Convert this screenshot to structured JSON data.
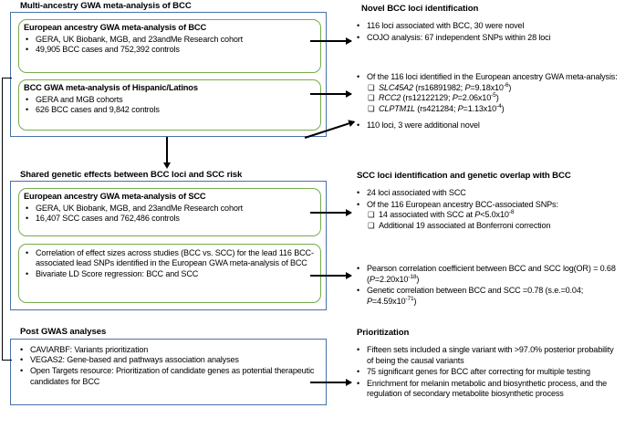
{
  "figure": {
    "type": "flowchart",
    "left_column": {
      "sections": [
        {
          "id": "multi-ancestry",
          "title": "Multi-ancestry GWA meta-analysis of BCC",
          "boxes": [
            {
              "id": "european-bcc",
              "heading": "European ancestry GWA meta-analysis of BCC",
              "bullets": [
                "GERA, UK Biobank, MGB, and 23andMe Research cohort",
                "49,905 BCC cases and 752,392 controls"
              ]
            },
            {
              "id": "hispanic-bcc",
              "heading": "BCC GWA meta-analysis of Hispanic/Latinos",
              "bullets": [
                "GERA and MGB cohorts",
                "626 BCC cases and 9,842 controls"
              ]
            }
          ]
        },
        {
          "id": "shared-effects",
          "title": "Shared genetic effects between BCC loci and SCC risk",
          "boxes": [
            {
              "id": "european-scc",
              "heading": "European ancestry GWA meta-analysis of SCC",
              "bullets": [
                "GERA, UK Biobank, MGB, and 23andMe Research cohort",
                "16,407 SCC cases and 762,486 controls"
              ]
            },
            {
              "id": "correlation-box",
              "heading": "",
              "bullets": [
                "Correlation of effect sizes across studies (BCC vs. SCC) for the lead 116 BCC-associated lead SNPs identified in the European GWA meta-analysis of BCC",
                "Bivariate LD Score regression: BCC and SCC"
              ]
            }
          ]
        },
        {
          "id": "post-gwas",
          "title": "Post GWAS analyses",
          "boxes": [
            {
              "id": "post-gwas-box",
              "heading": "",
              "bullets": [
                "CAVIARBF: Variants prioritization",
                "VEGAS2: Gene-based and pathways association analyses",
                "Open Targets resource: Prioritization of candidate genes as potential therapeutic candidates for BCC"
              ]
            }
          ]
        }
      ]
    },
    "right_column": {
      "sections": [
        {
          "id": "novel-bcc-loci",
          "title": "Novel BCC loci identification",
          "items": [
            {
              "level": "bullet",
              "text": "116 loci associated with BCC, 30 were novel"
            },
            {
              "level": "bullet",
              "text": "COJO analysis: 67 independent SNPs within 28 loci"
            }
          ]
        },
        {
          "id": "novel-bcc-loci-2",
          "title": "",
          "items": [
            {
              "level": "bullet",
              "text": "Of the 116 loci identified in the European ancestry GWA meta-analysis:"
            },
            {
              "level": "square",
              "html": "<i>SLC45A2</i> (rs16891982; <i>P</i>=9.18x10<sup>-6</sup>)"
            },
            {
              "level": "square",
              "html": "<i>RCC2</i> (rs12122129; <i>P</i>=2.06x10<sup>-5</sup>)"
            },
            {
              "level": "square",
              "html": "<i>CLPTM1L</i> (rs421284; <i>P</i>=1.13x10<sup>-4</sup>)"
            },
            {
              "level": "bullet",
              "text": "110 loci, 3 were additional novel"
            }
          ]
        },
        {
          "id": "scc-loci",
          "title": "SCC loci identification and genetic overlap with BCC",
          "items": [
            {
              "level": "bullet",
              "text": "24 loci associated with SCC"
            },
            {
              "level": "bullet",
              "text": "Of the 116 European ancestry BCC-associated SNPs:"
            },
            {
              "level": "square",
              "html": "14 associated with SCC at <i>P</i>&lt;5.0x10<sup>-8</sup>"
            },
            {
              "level": "square",
              "html": "Additional 19 associated at Bonferroni correction"
            }
          ]
        },
        {
          "id": "correlation-results",
          "title": "",
          "items": [
            {
              "level": "bullet",
              "html": "Pearson correlation coefficient between BCC and SCC log(OR) = 0.68 (<i>P</i>=2.20x10<sup>-18</sup>)"
            },
            {
              "level": "bullet",
              "html": "Genetic correlation between BCC and SCC =0.78 (s.e.=0.04; <i>P</i>=4.59x10<sup>-71</sup>)"
            }
          ]
        },
        {
          "id": "prioritization",
          "title": "Prioritization",
          "items": [
            {
              "level": "bullet",
              "text": "Fifteen sets included a single variant with >97.0% posterior probability of being the causal variants"
            },
            {
              "level": "bullet",
              "text": "75 significant genes for BCC after correcting for multiple testing"
            },
            {
              "level": "bullet",
              "text": "Enrichment for melanin metabolic and biosynthetic process, and the regulation of secondary metabolite biosynthetic process"
            }
          ]
        }
      ]
    },
    "colors": {
      "outer_border": "#4672a8",
      "inner_border": "#76ac4b",
      "text": "#000000",
      "background": "#ffffff"
    },
    "glyphs": {
      "bullet": "•",
      "square": "❑"
    }
  }
}
